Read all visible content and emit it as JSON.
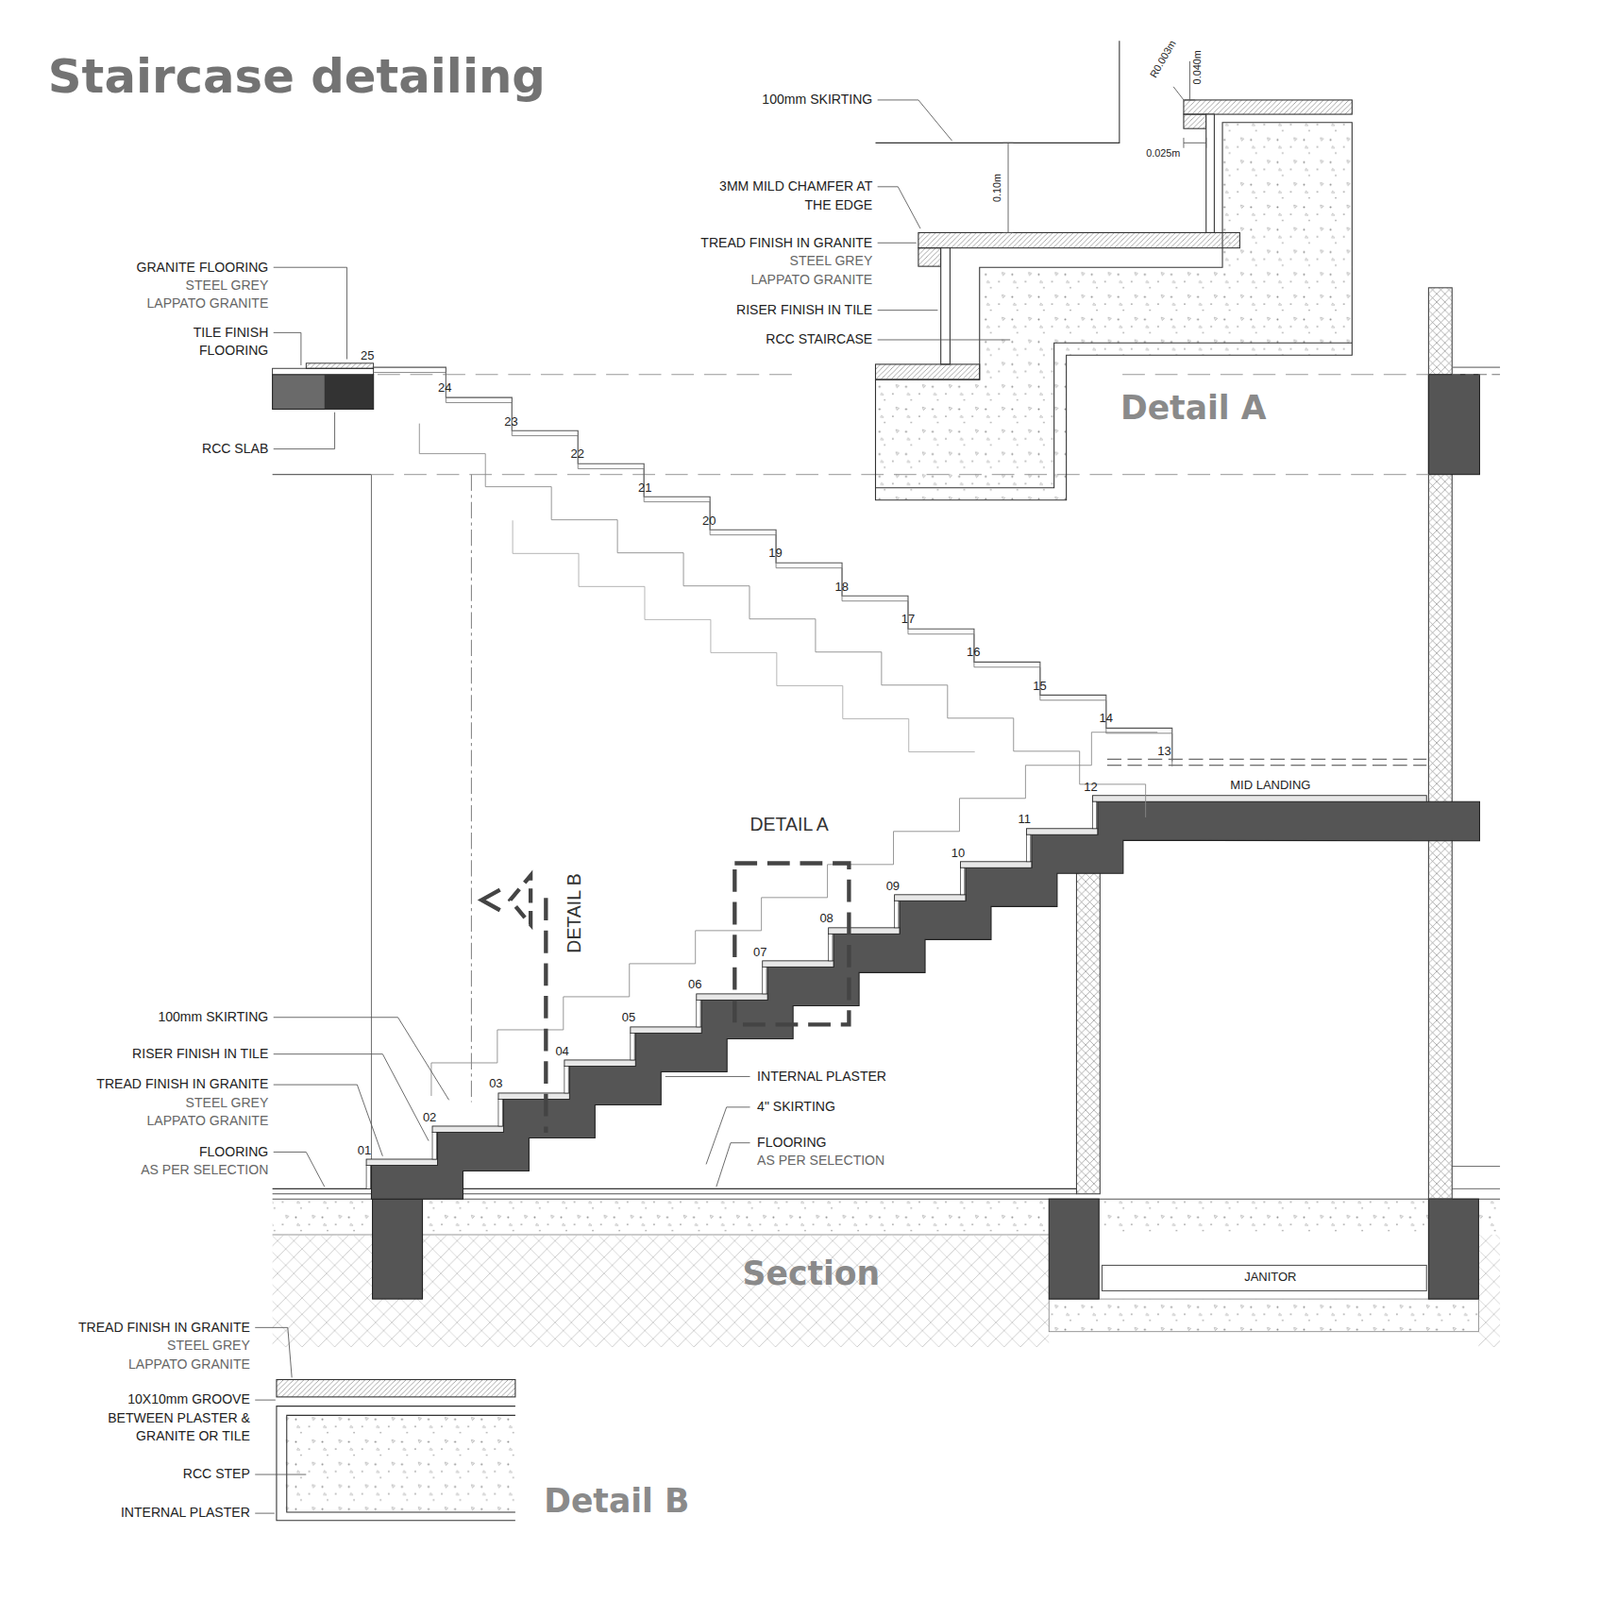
{
  "diagram": {
    "title": "Staircase detailing",
    "labels": [
      "100mm SKIRTING",
      "R0.003m",
      "0.040m",
      "0.025m",
      "0.10m",
      "3MM MILD CHAMFER AT THE EDGE",
      "TREAD FINISH IN GRANITE",
      "STEEL GREY LAPPATO GRANITE",
      "RISER FINISH IN TILE",
      "RCC STAIRCASE",
      "Detail A",
      "GRANITE FLOORING",
      "STEEL GREY LAPPATO GRANITE",
      "TILE FINISH FLOORING",
      "RCC SLAB",
      "25",
      "24",
      "23",
      "22",
      "21",
      "20",
      "19",
      "18",
      "17",
      "16",
      "15",
      "14",
      "13",
      "12",
      "11",
      "10",
      "09",
      "08",
      "07",
      "06",
      "05",
      "04",
      "03",
      "02",
      "01",
      "MID LANDING",
      "DETAIL A",
      "DETAIL B",
      "100mm SKIRTING",
      "RISER FINISH IN TILE",
      "INTERNAL PLASTER",
      "TREAD FINISH IN GRANITE",
      "STEEL GREY LAPPATO GRANITE",
      "4\" SKIRTING",
      "FLOORING",
      "AS PER SELECTION",
      "FLOORING",
      "AS PER SELECTION",
      "Section",
      "JANITOR",
      "TREAD FINISH IN GRANITE",
      "STEEL GREY LAPPATO GRANITE",
      "10X10mm GROOVE BETWEEN PLASTER & GRANITE OR TILE",
      "RCC STEP",
      "INTERNAL PLASTER",
      "Detail B"
    ]
  }
}
